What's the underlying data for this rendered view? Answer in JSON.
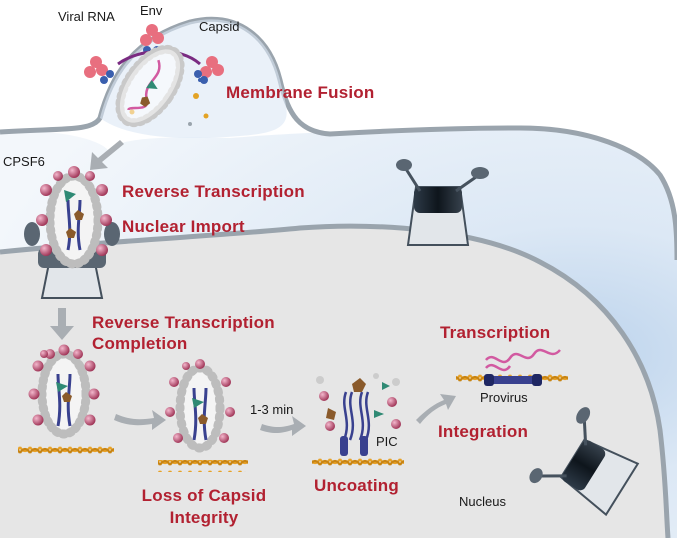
{
  "labels": {
    "viral_rna": "Viral RNA",
    "env": "Env",
    "capsid": "Capsid",
    "cpsf6": "CPSF6",
    "pic": "PIC",
    "provirus": "Provirus",
    "nucleus": "Nucleus",
    "time": "1-3 min"
  },
  "steps": {
    "membrane_fusion": "Membrane Fusion",
    "reverse_transcription": "Reverse Transcription",
    "nuclear_import": "Nuclear Import",
    "rt_completion_line1": "Reverse Transcription",
    "rt_completion_line2": "Completion",
    "loss_line1": "Loss of Capsid",
    "loss_line2": "Integrity",
    "uncoating": "Uncoating",
    "transcription": "Transcription",
    "integration": "Integration"
  },
  "colors": {
    "step_label": "#b22131",
    "cytoplasm": "#e9f1f9",
    "nucleus_fill": "#e6e6e6",
    "membrane": "#9aa4ad",
    "capsid_bead": "#d4d4d4",
    "dna_blue": "#39418f",
    "dna_orange": "#e8a227",
    "rna_pink": "#d25aa1",
    "cpsf6_bead": "#b0405f"
  }
}
